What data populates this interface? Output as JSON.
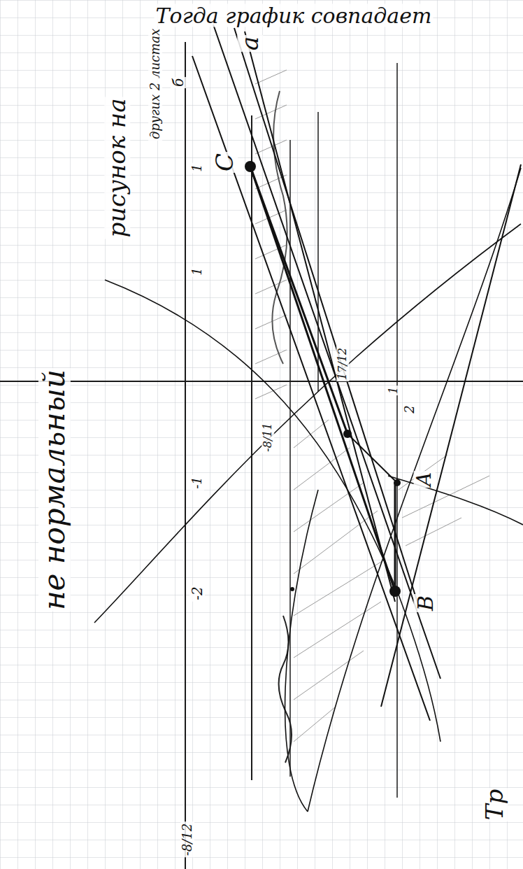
{
  "diagram": {
    "labels": [
      "Тогда график совпадает",
      "не нормальный",
      "рисунок на",
      "других 2 листах",
      "а",
      "б",
      "C",
      "1",
      "1",
      "17/12",
      "-8/11",
      "1",
      "2",
      "A",
      "B",
      "-1",
      "-2",
      "-8/12",
      "Тр"
    ]
  }
}
